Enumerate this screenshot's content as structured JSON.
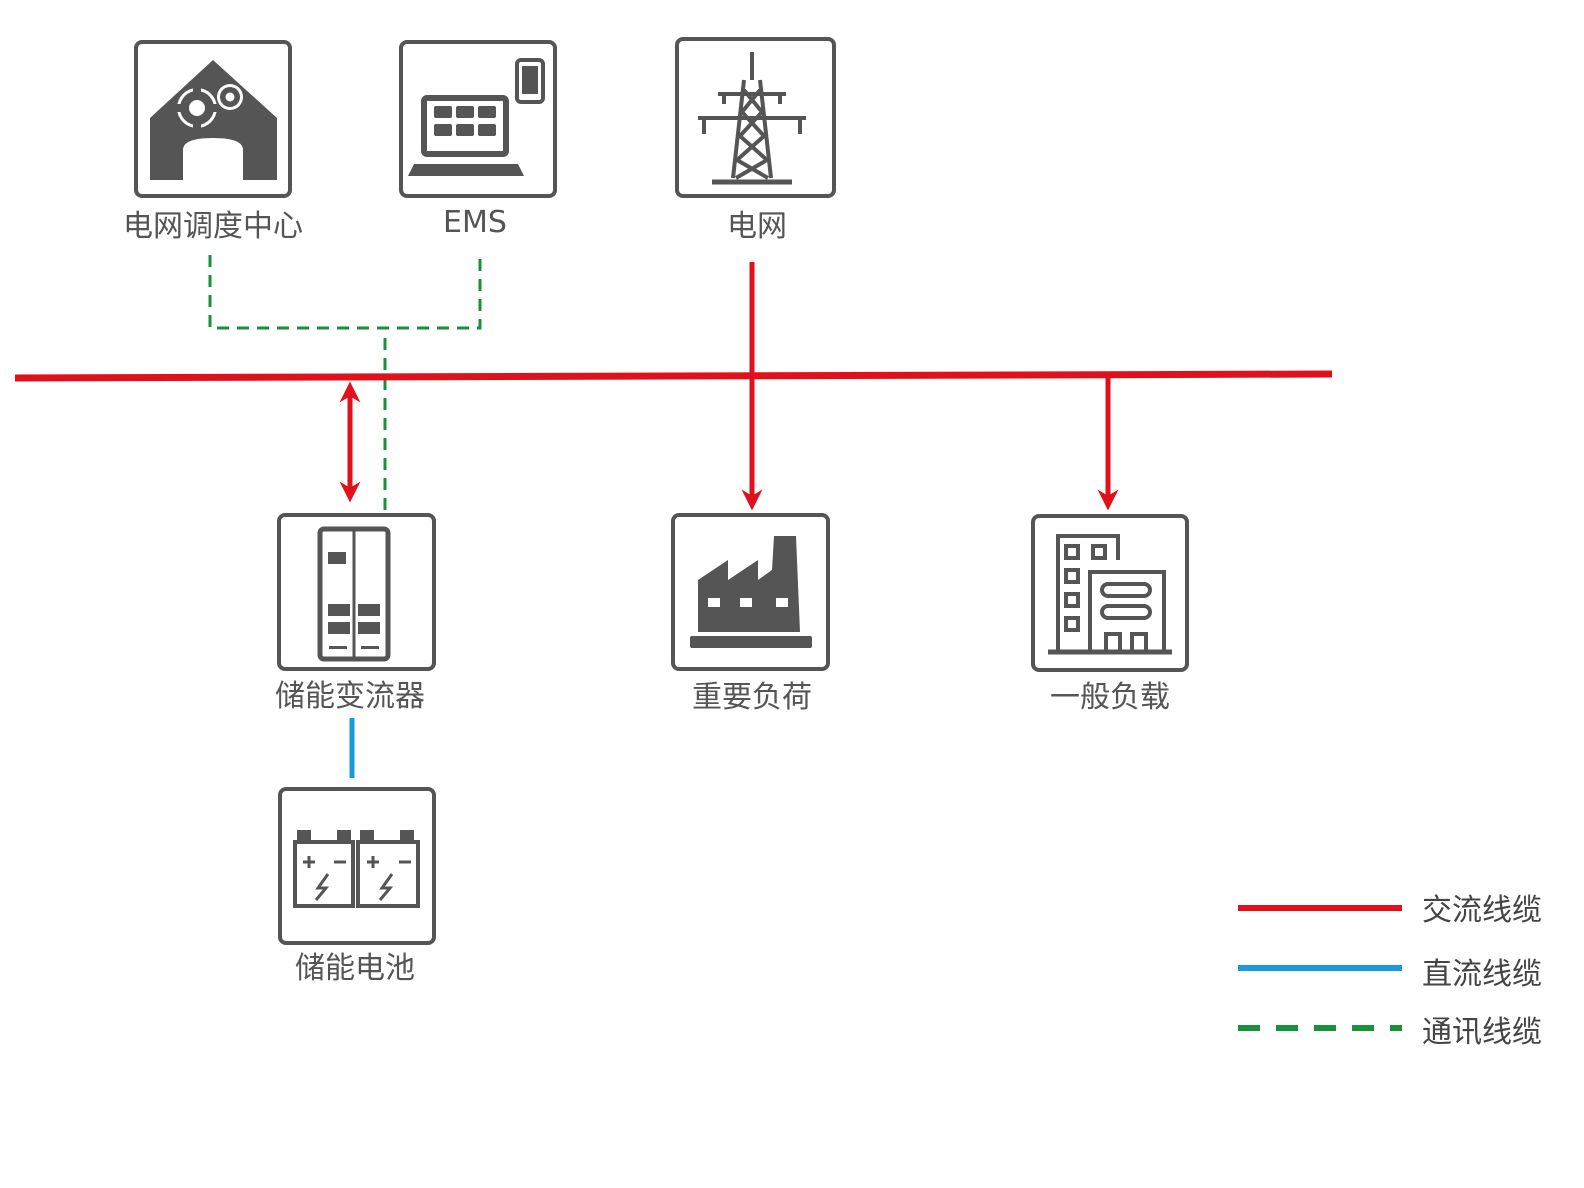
{
  "nodes": {
    "dispatch_center": {
      "label": "电网调度中心",
      "icon": "house-gears-icon"
    },
    "ems": {
      "label": "EMS",
      "icon": "laptop-phone-icon"
    },
    "grid": {
      "label": "电网",
      "icon": "power-tower-icon"
    },
    "pcs": {
      "label": "储能变流器",
      "icon": "cabinet-icon"
    },
    "critical_load": {
      "label": "重要负荷",
      "icon": "factory-icon"
    },
    "general_load": {
      "label": "一般负载",
      "icon": "building-icon"
    },
    "battery": {
      "label": "储能电池",
      "icon": "battery-icon"
    }
  },
  "legend": {
    "ac": {
      "label": "交流线缆",
      "color": "#e0111b"
    },
    "dc": {
      "label": "直流线缆",
      "color": "#1a9ad9"
    },
    "comm": {
      "label": "通讯线缆",
      "color": "#17913a"
    }
  }
}
